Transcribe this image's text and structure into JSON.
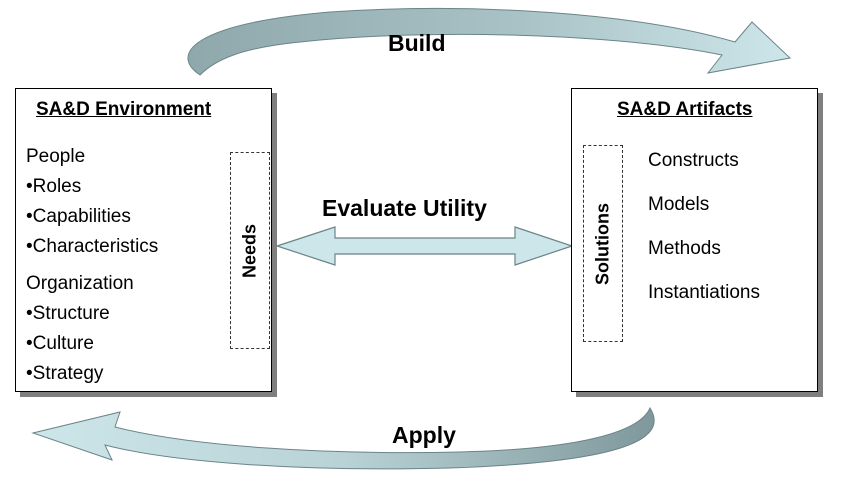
{
  "colors": {
    "arrow_fill": "#cce6ea",
    "arrow_dark": "#8fa8ac",
    "arrow_stroke": "#6b8488",
    "shadow": "#7f7f7f"
  },
  "labels": {
    "build": "Build",
    "evaluate": "Evaluate Utility",
    "apply": "Apply"
  },
  "environment": {
    "title": "SA&D Environment",
    "people_heading": "People",
    "people_items": [
      "•Roles",
      "•Capabilities",
      "•Characteristics"
    ],
    "org_heading": "Organization",
    "org_items": [
      "•Structure",
      "•Culture",
      "•Strategy"
    ],
    "needs_label": "Needs"
  },
  "artifacts": {
    "title": "SA&D Artifacts",
    "items": [
      "Constructs",
      "Models",
      "Methods",
      "Instantiations"
    ],
    "solutions_label": "Solutions"
  }
}
